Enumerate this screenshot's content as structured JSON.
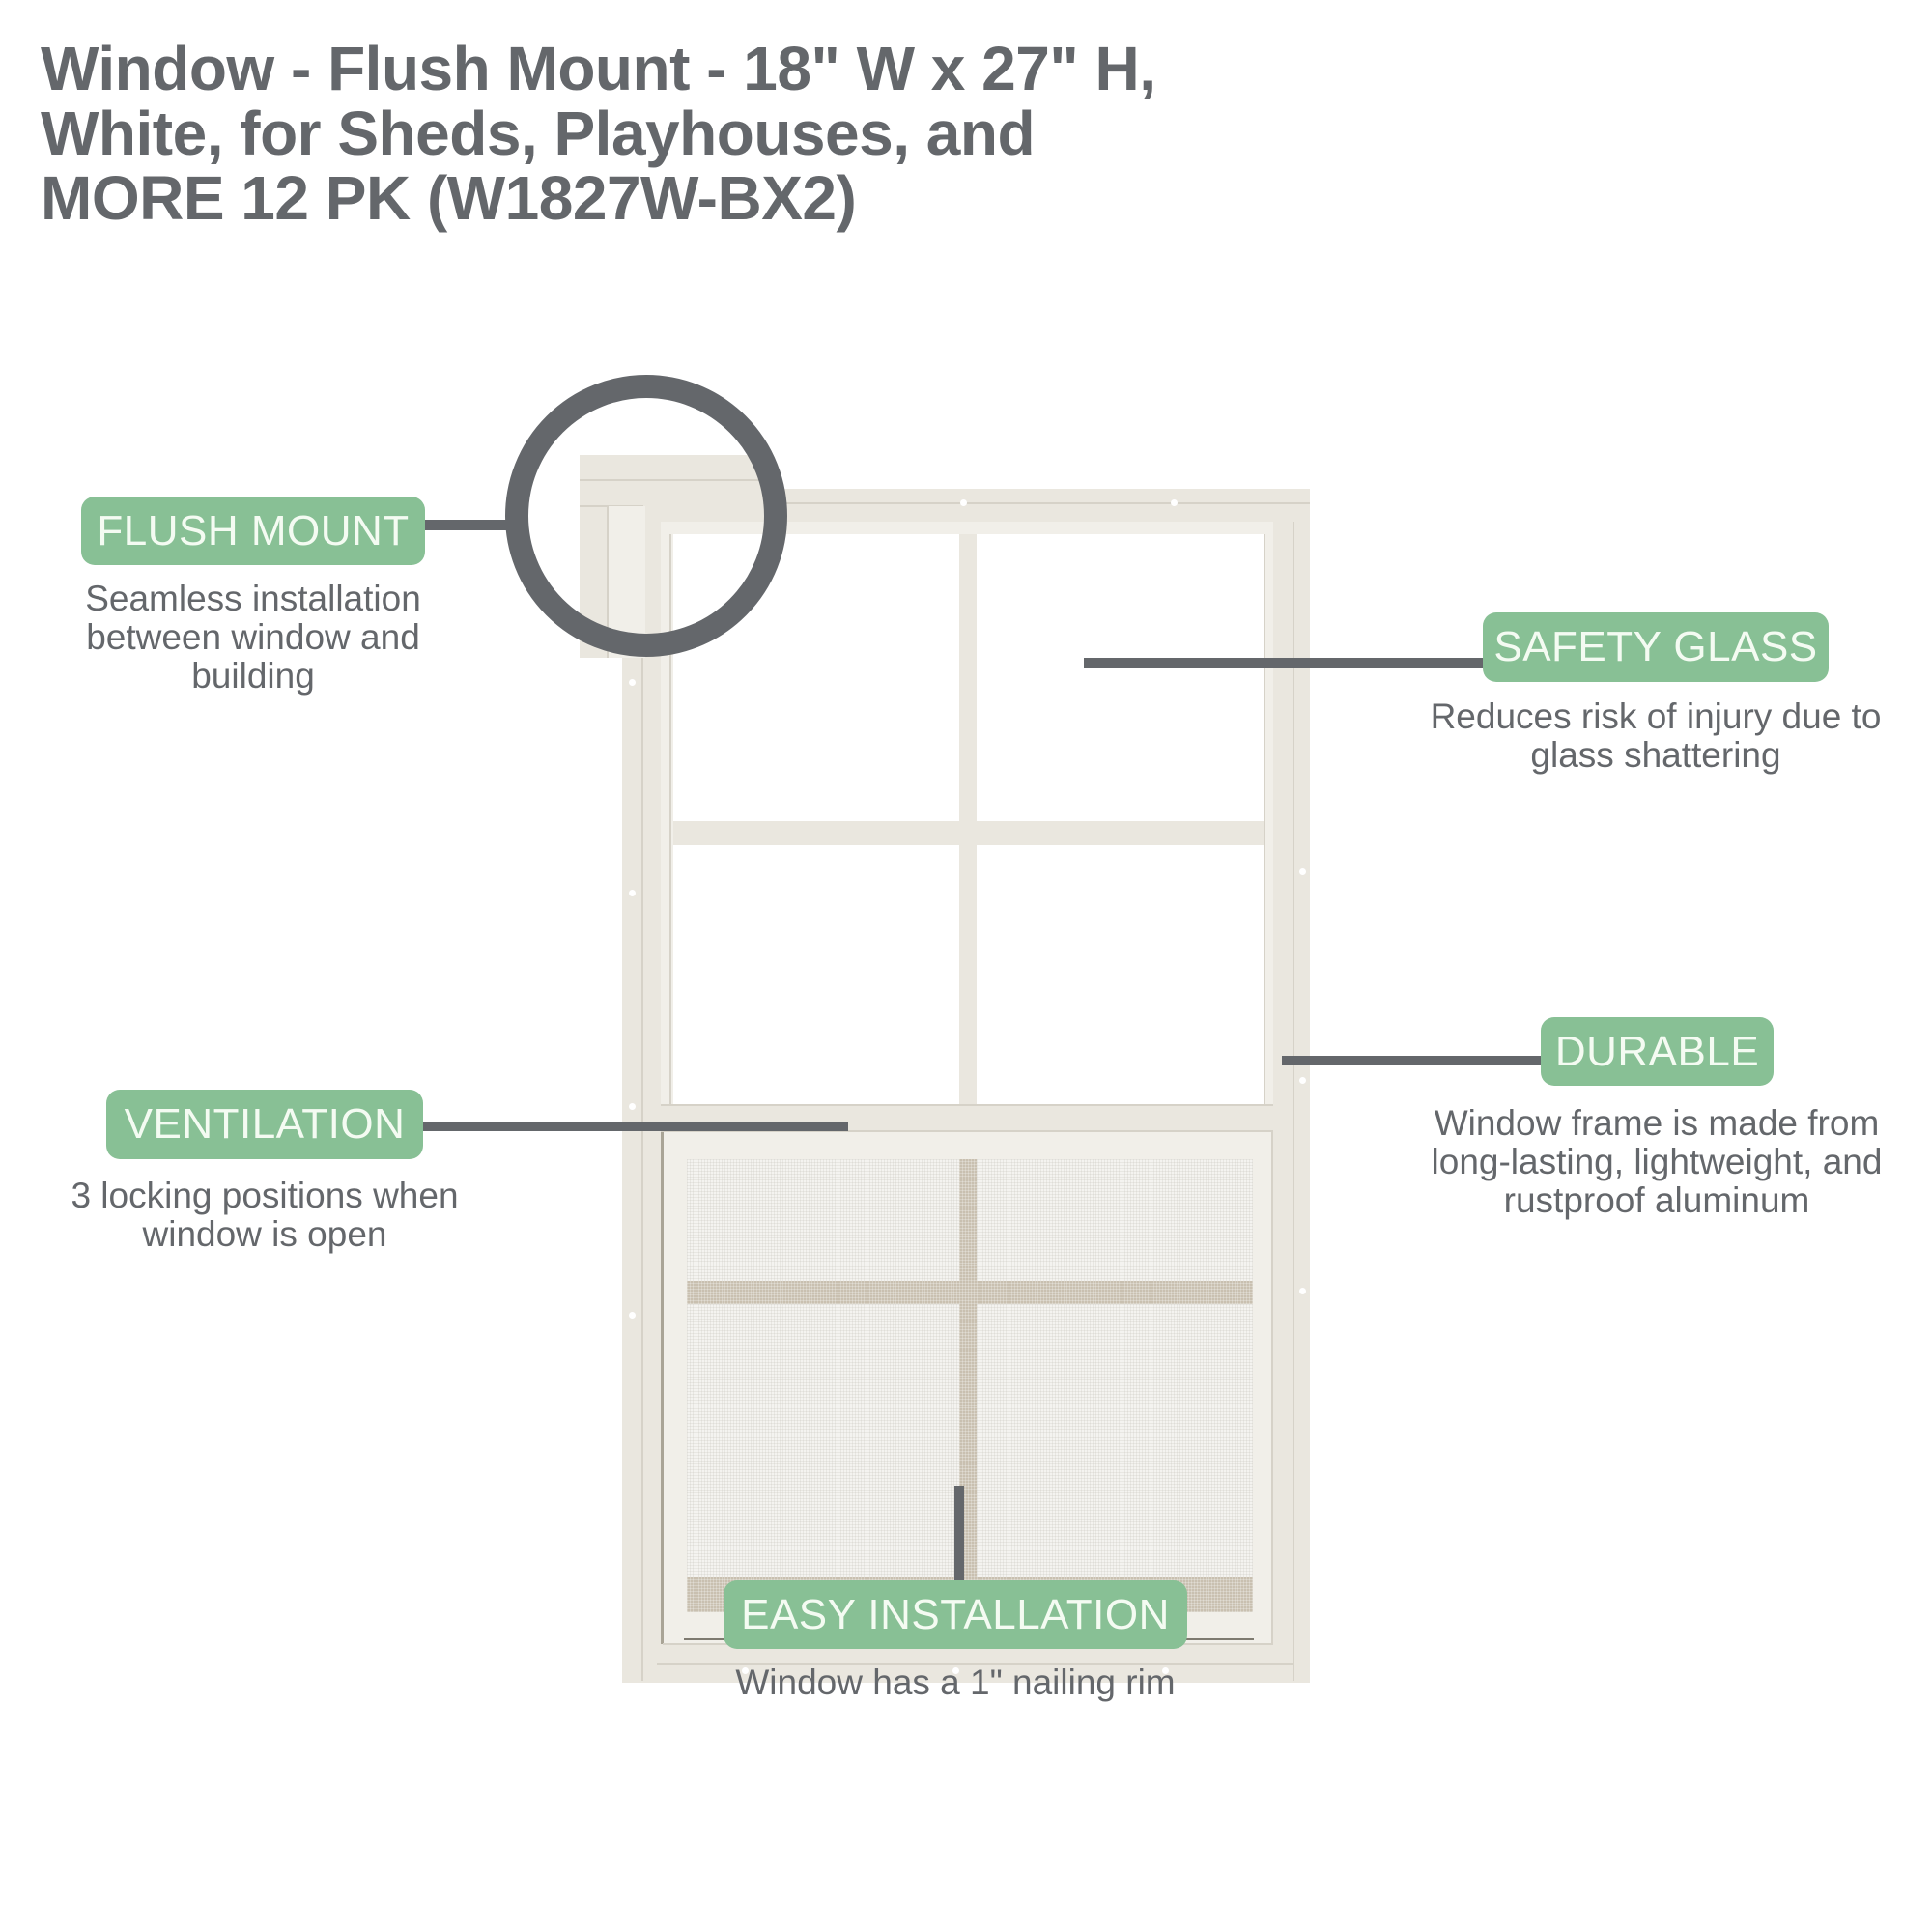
{
  "title": {
    "lines": [
      "Window - Flush Mount - 18\" W x 27\" H,",
      "White, for Sheds, Playhouses, and",
      "MORE 12 PK (W1827W-BX2)"
    ]
  },
  "colors": {
    "badge": "#88c095",
    "badge_text": "#f4fbf2",
    "text": "#64676b",
    "leader": "#64676b",
    "frame": "#eae7df",
    "screen_mesh": "#c9c0b0"
  },
  "callouts": [
    {
      "id": "flush-mount",
      "label": "FLUSH MOUNT",
      "description": [
        "Seamless installation",
        "between window and",
        "building"
      ],
      "icon": "magnifier-circle-icon"
    },
    {
      "id": "safety-glass",
      "label": "SAFETY GLASS",
      "description": [
        "Reduces risk of injury due to",
        "glass shattering"
      ]
    },
    {
      "id": "ventilation",
      "label": "VENTILATION",
      "description": [
        "3 locking positions when",
        "window is open"
      ]
    },
    {
      "id": "durable",
      "label": "DURABLE",
      "description": [
        "Window frame is made from",
        "long-lasting, lightweight, and",
        "rustproof  aluminum"
      ]
    },
    {
      "id": "easy-installation",
      "label": "EASY INSTALLATION",
      "description": [
        "Window has a 1\" nailing rim"
      ]
    }
  ],
  "product_image": {
    "subject": "white single-hung shed window with grid muntins and insect screen on lower sash",
    "upper_panes": 4,
    "lower_panes": 4
  }
}
